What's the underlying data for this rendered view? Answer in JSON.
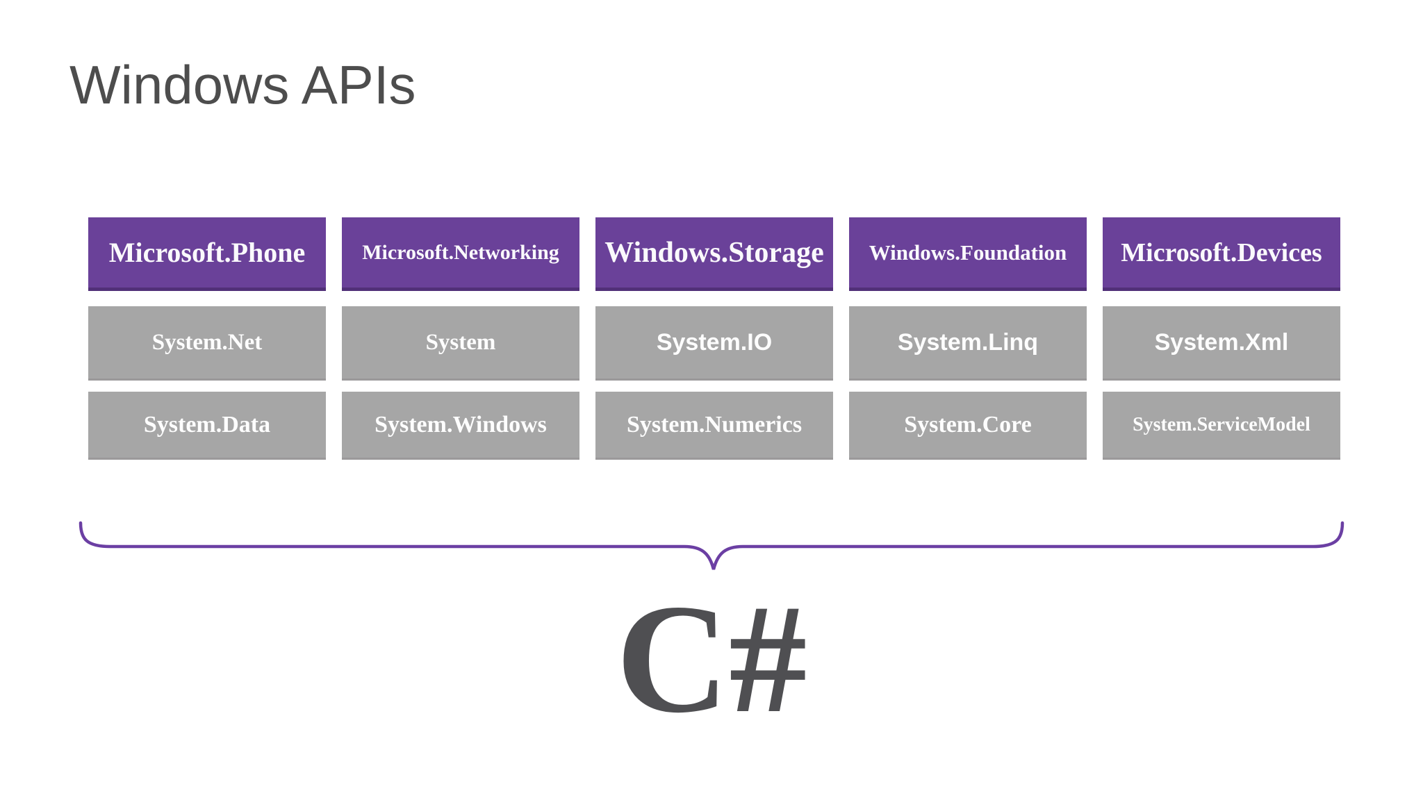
{
  "title": "Windows APIs",
  "caption": "C#",
  "grid": {
    "rows": [
      [
        "Microsoft.Phone",
        "Microsoft.Networking",
        "Windows.Storage",
        "Windows.Foundation",
        "Microsoft.Devices"
      ],
      [
        "System.Net",
        "System",
        "System.IO",
        "System.Linq",
        "System.Xml"
      ],
      [
        "System.Data",
        "System.Windows",
        "System.Numerics",
        "System.Core",
        "System.ServiceModel"
      ]
    ]
  },
  "colors": {
    "winrt_box_purple": "#6a4199",
    "winrt_box_bottom_edge": "#513078",
    "dotnet_box_gray": "#a6a6a6",
    "box_text": "#faf9fc",
    "brace_purple": "#6b3fa3",
    "title_text": "#4d4d4d",
    "caption_text": "#4f4f52",
    "background": "#ffffff"
  }
}
